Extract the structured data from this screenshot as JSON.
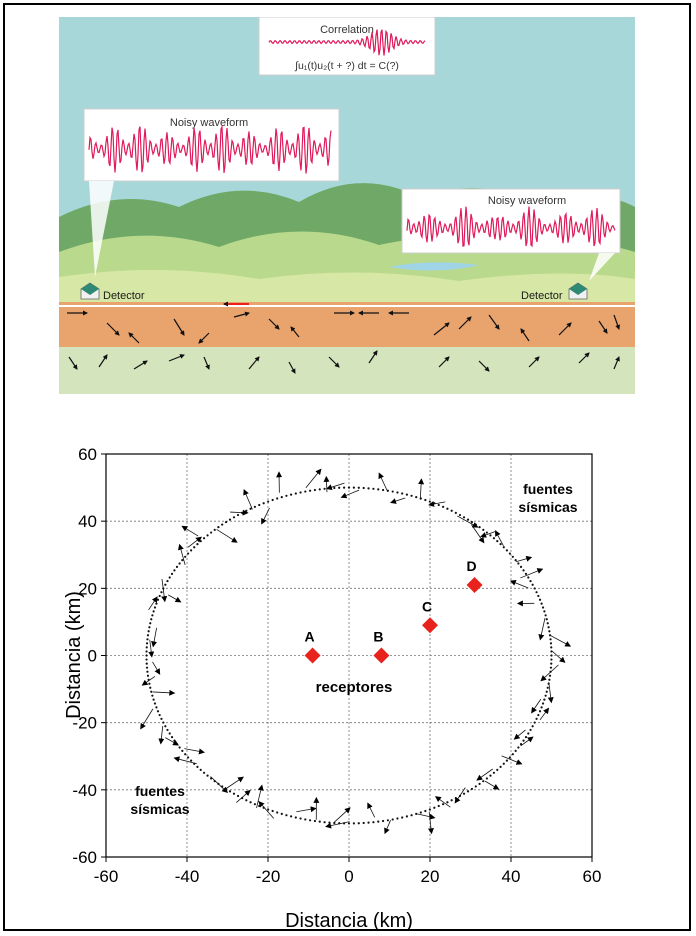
{
  "illustration": {
    "correlation_title": "Correlation",
    "correlation_formula": "∫u₁(t)u₂(t + ?) dt = C(?)",
    "noisy_left": "Noisy waveform",
    "noisy_right": "Noisy waveform",
    "detector_left": "Detector",
    "detector_right": "Detector",
    "colors": {
      "sky": "#a8d7d9",
      "wave": "#e0195a",
      "ground": "#e9a46e",
      "arrow_highlight": "#e8231e"
    }
  },
  "chart_data": {
    "type": "scatter",
    "xlabel": "Distancia (km)",
    "ylabel": "Distancia (km)",
    "xlim": [
      -60,
      60
    ],
    "ylim": [
      -60,
      60
    ],
    "xticks": [
      -60,
      -40,
      -20,
      0,
      20,
      40,
      60
    ],
    "yticks": [
      -60,
      -40,
      -20,
      0,
      20,
      40,
      60
    ],
    "grid": true,
    "receivers_label": "receptores",
    "sources_label_top_right": "fuentes sísmicas",
    "sources_label_bottom_left": "fuentes sísmicas",
    "sources_ring": {
      "center": [
        0,
        0
      ],
      "radius": 50
    },
    "receivers": [
      {
        "name": "A",
        "x": -9,
        "y": 0
      },
      {
        "name": "B",
        "x": 8,
        "y": 0
      },
      {
        "name": "C",
        "x": 20,
        "y": 9
      },
      {
        "name": "D",
        "x": 31,
        "y": 21
      }
    ],
    "colors": {
      "receiver": "#e8231e"
    }
  }
}
